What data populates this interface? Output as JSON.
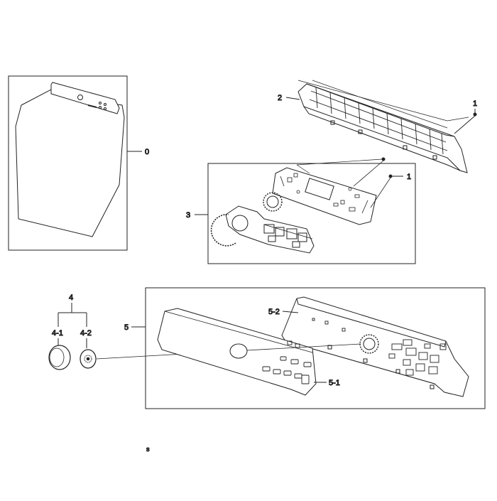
{
  "callouts": {
    "part_0": "0",
    "part_1_top": "1",
    "part_1_mid": "1",
    "part_2": "2",
    "part_3": "3",
    "part_4": "4",
    "part_4_1": "4-1",
    "part_4_2": "4-2",
    "part_5": "5",
    "part_5_1": "5-1",
    "part_5_2": "5-2"
  },
  "footer_mark": "s",
  "colors": {
    "line": "#222222",
    "fill": "#ffffff",
    "shade": "#555555"
  }
}
